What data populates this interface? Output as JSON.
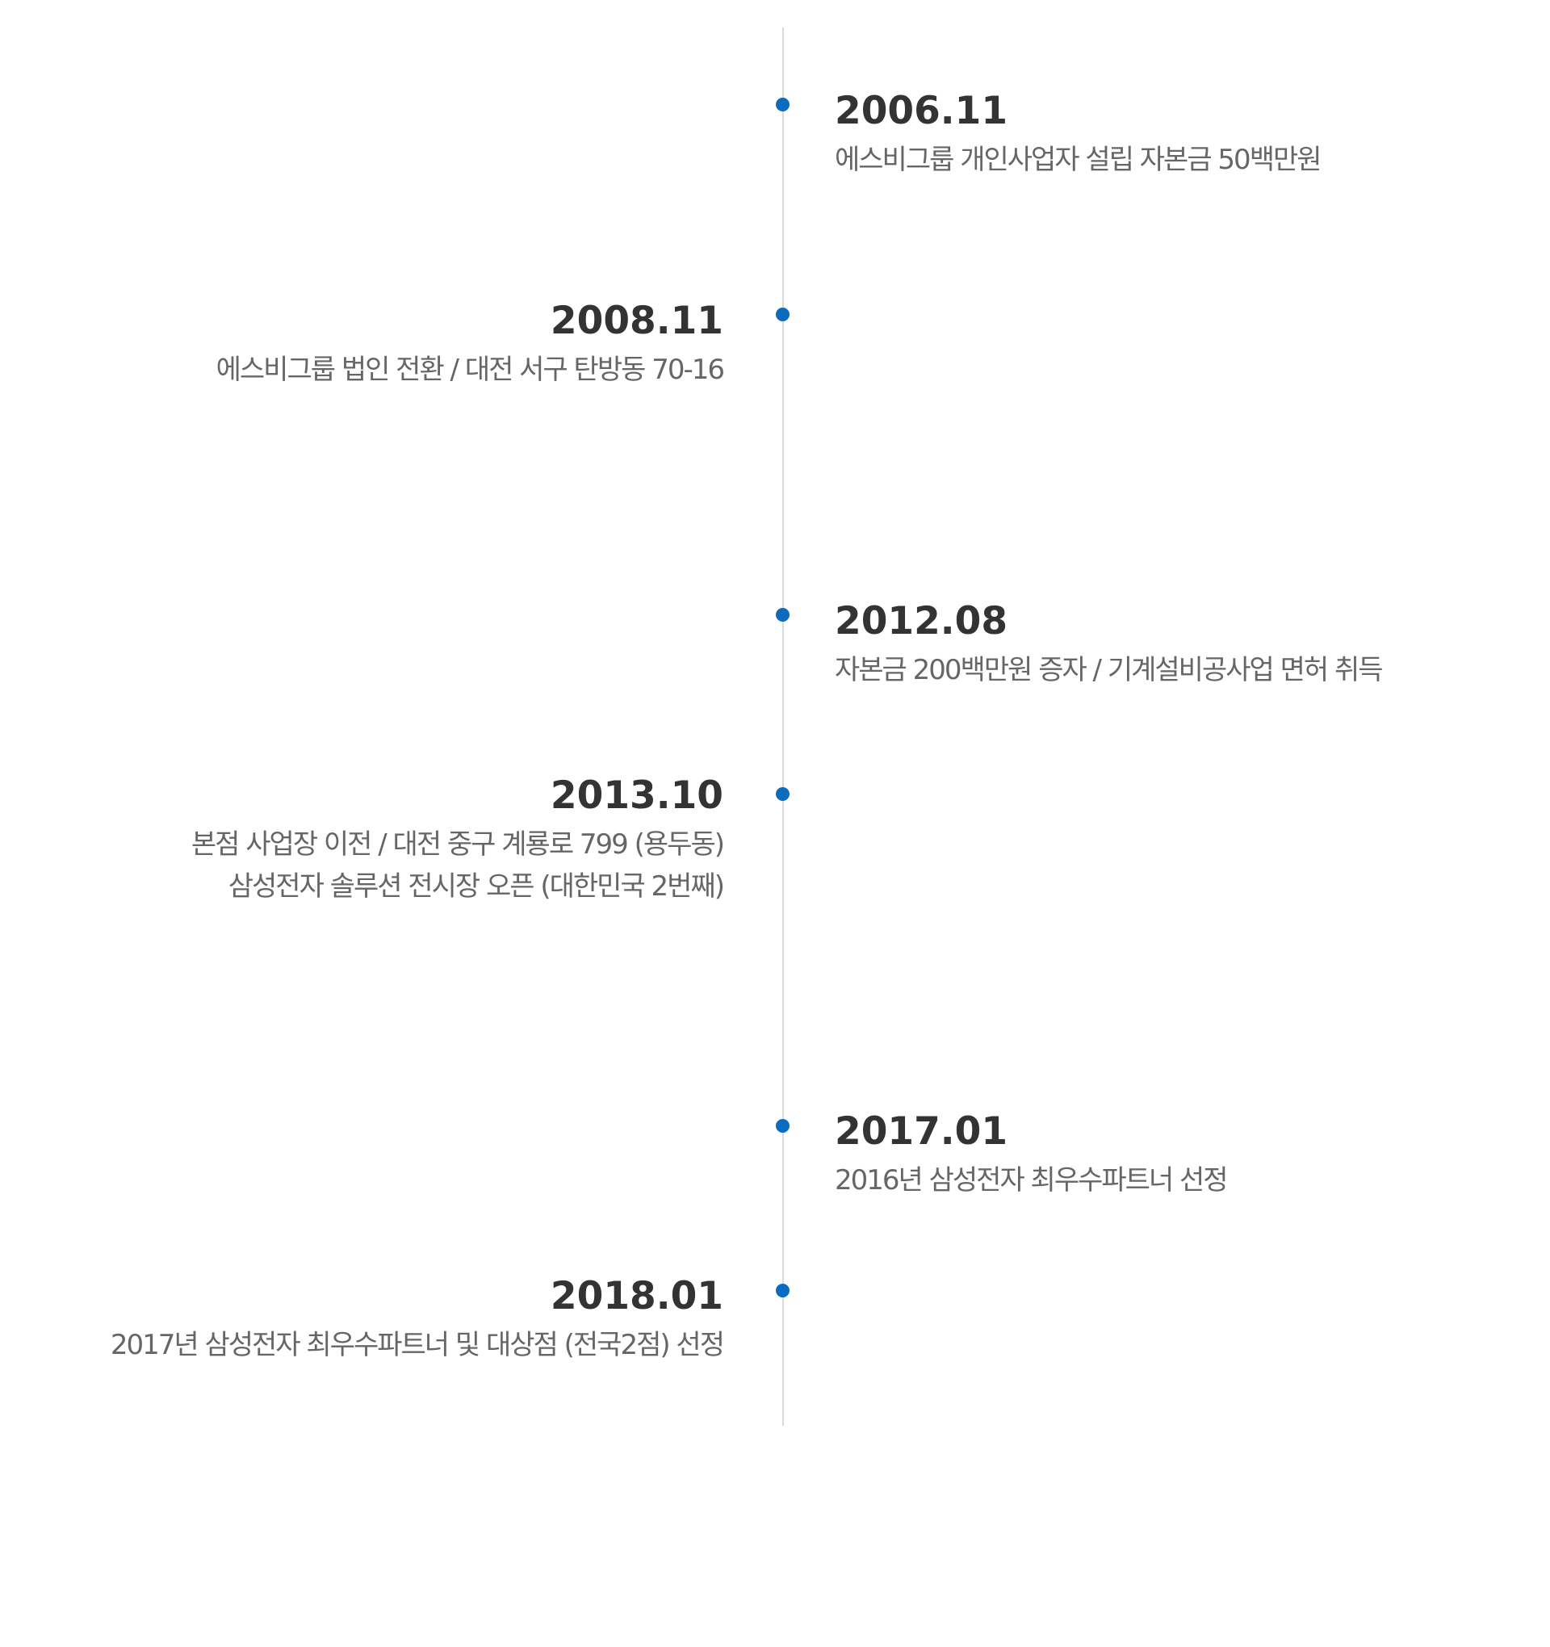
{
  "colors": {
    "accent_dot": "#0a6cc0",
    "timeline_line": "#d9d9d9",
    "year_text": "#333333",
    "description_text": "#666666",
    "background": "#ffffff"
  },
  "history": [
    {
      "date": "2006.11",
      "side": "right",
      "lines": [
        "에스비그룹 개인사업자 설립 자본금 50백만원"
      ]
    },
    {
      "date": "2008.11",
      "side": "left",
      "lines": [
        "에스비그룹 법인 전환 / 대전 서구 탄방동 70-16"
      ]
    },
    {
      "date": "2012.08",
      "side": "right",
      "lines": [
        "자본금 200백만원 증자 / 기계설비공사업 면허 취득"
      ]
    },
    {
      "date": "2013.10",
      "side": "left",
      "lines": [
        "본점 사업장 이전 / 대전 중구 계룡로 799 (용두동)",
        "삼성전자 솔루션 전시장 오픈 (대한민국 2번째)"
      ]
    },
    {
      "date": "2017.01",
      "side": "right",
      "lines": [
        "2016년 삼성전자 최우수파트너 선정"
      ]
    },
    {
      "date": "2018.01",
      "side": "left",
      "lines": [
        "2017년 삼성전자 최우수파트너 및 대상점 (전국2점) 선정"
      ]
    }
  ]
}
